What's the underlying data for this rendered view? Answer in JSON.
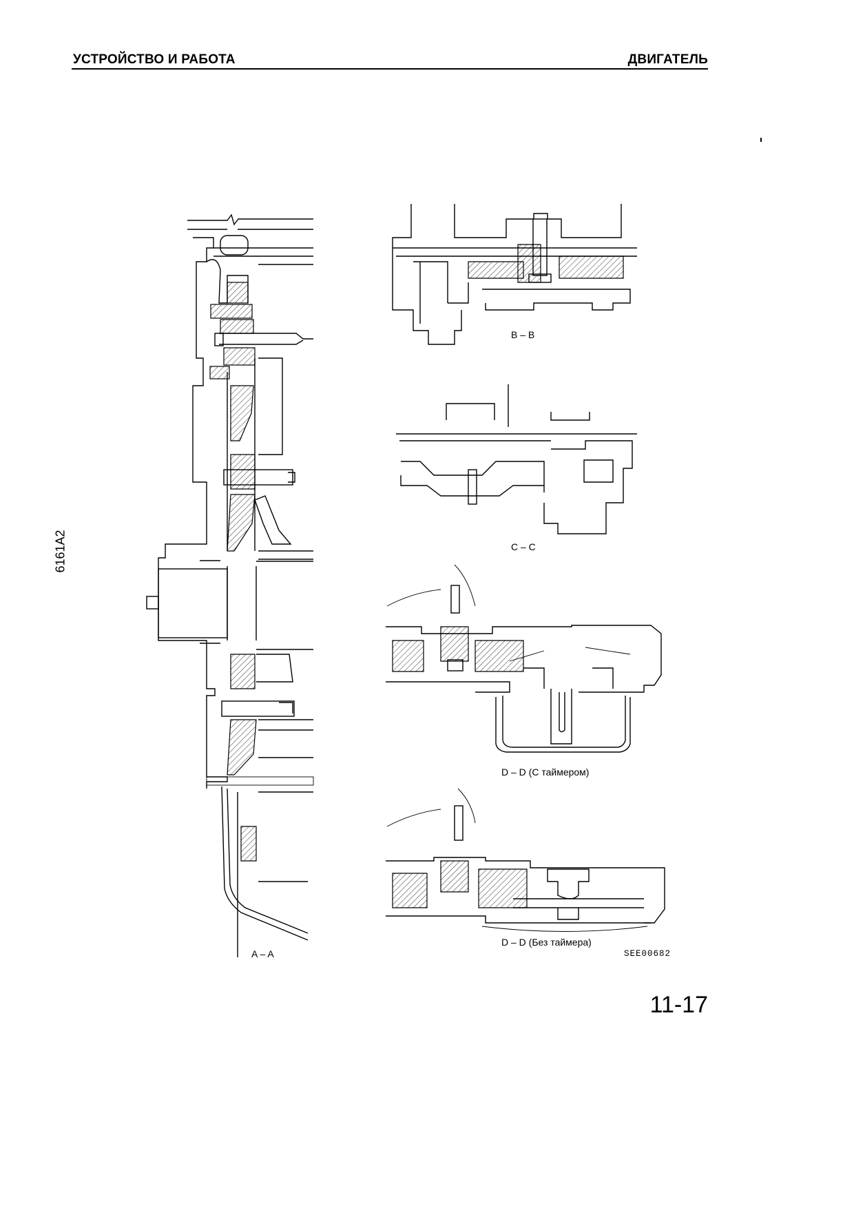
{
  "header": {
    "section_title": "УСТРОЙСТВО И РАБОТА",
    "chapter_title": "ДВИГАТЕЛЬ"
  },
  "side_code": "6161A2",
  "figure": {
    "captions": {
      "section_bb": "B – B",
      "section_cc": "C – C",
      "section_dd_timer": "D – D   (С таймером)",
      "section_dd_no_timer": "D – D   (Без таймера)",
      "section_aa": "A – A"
    },
    "drawing_code": "SEE00682"
  },
  "page_number": "11-17"
}
